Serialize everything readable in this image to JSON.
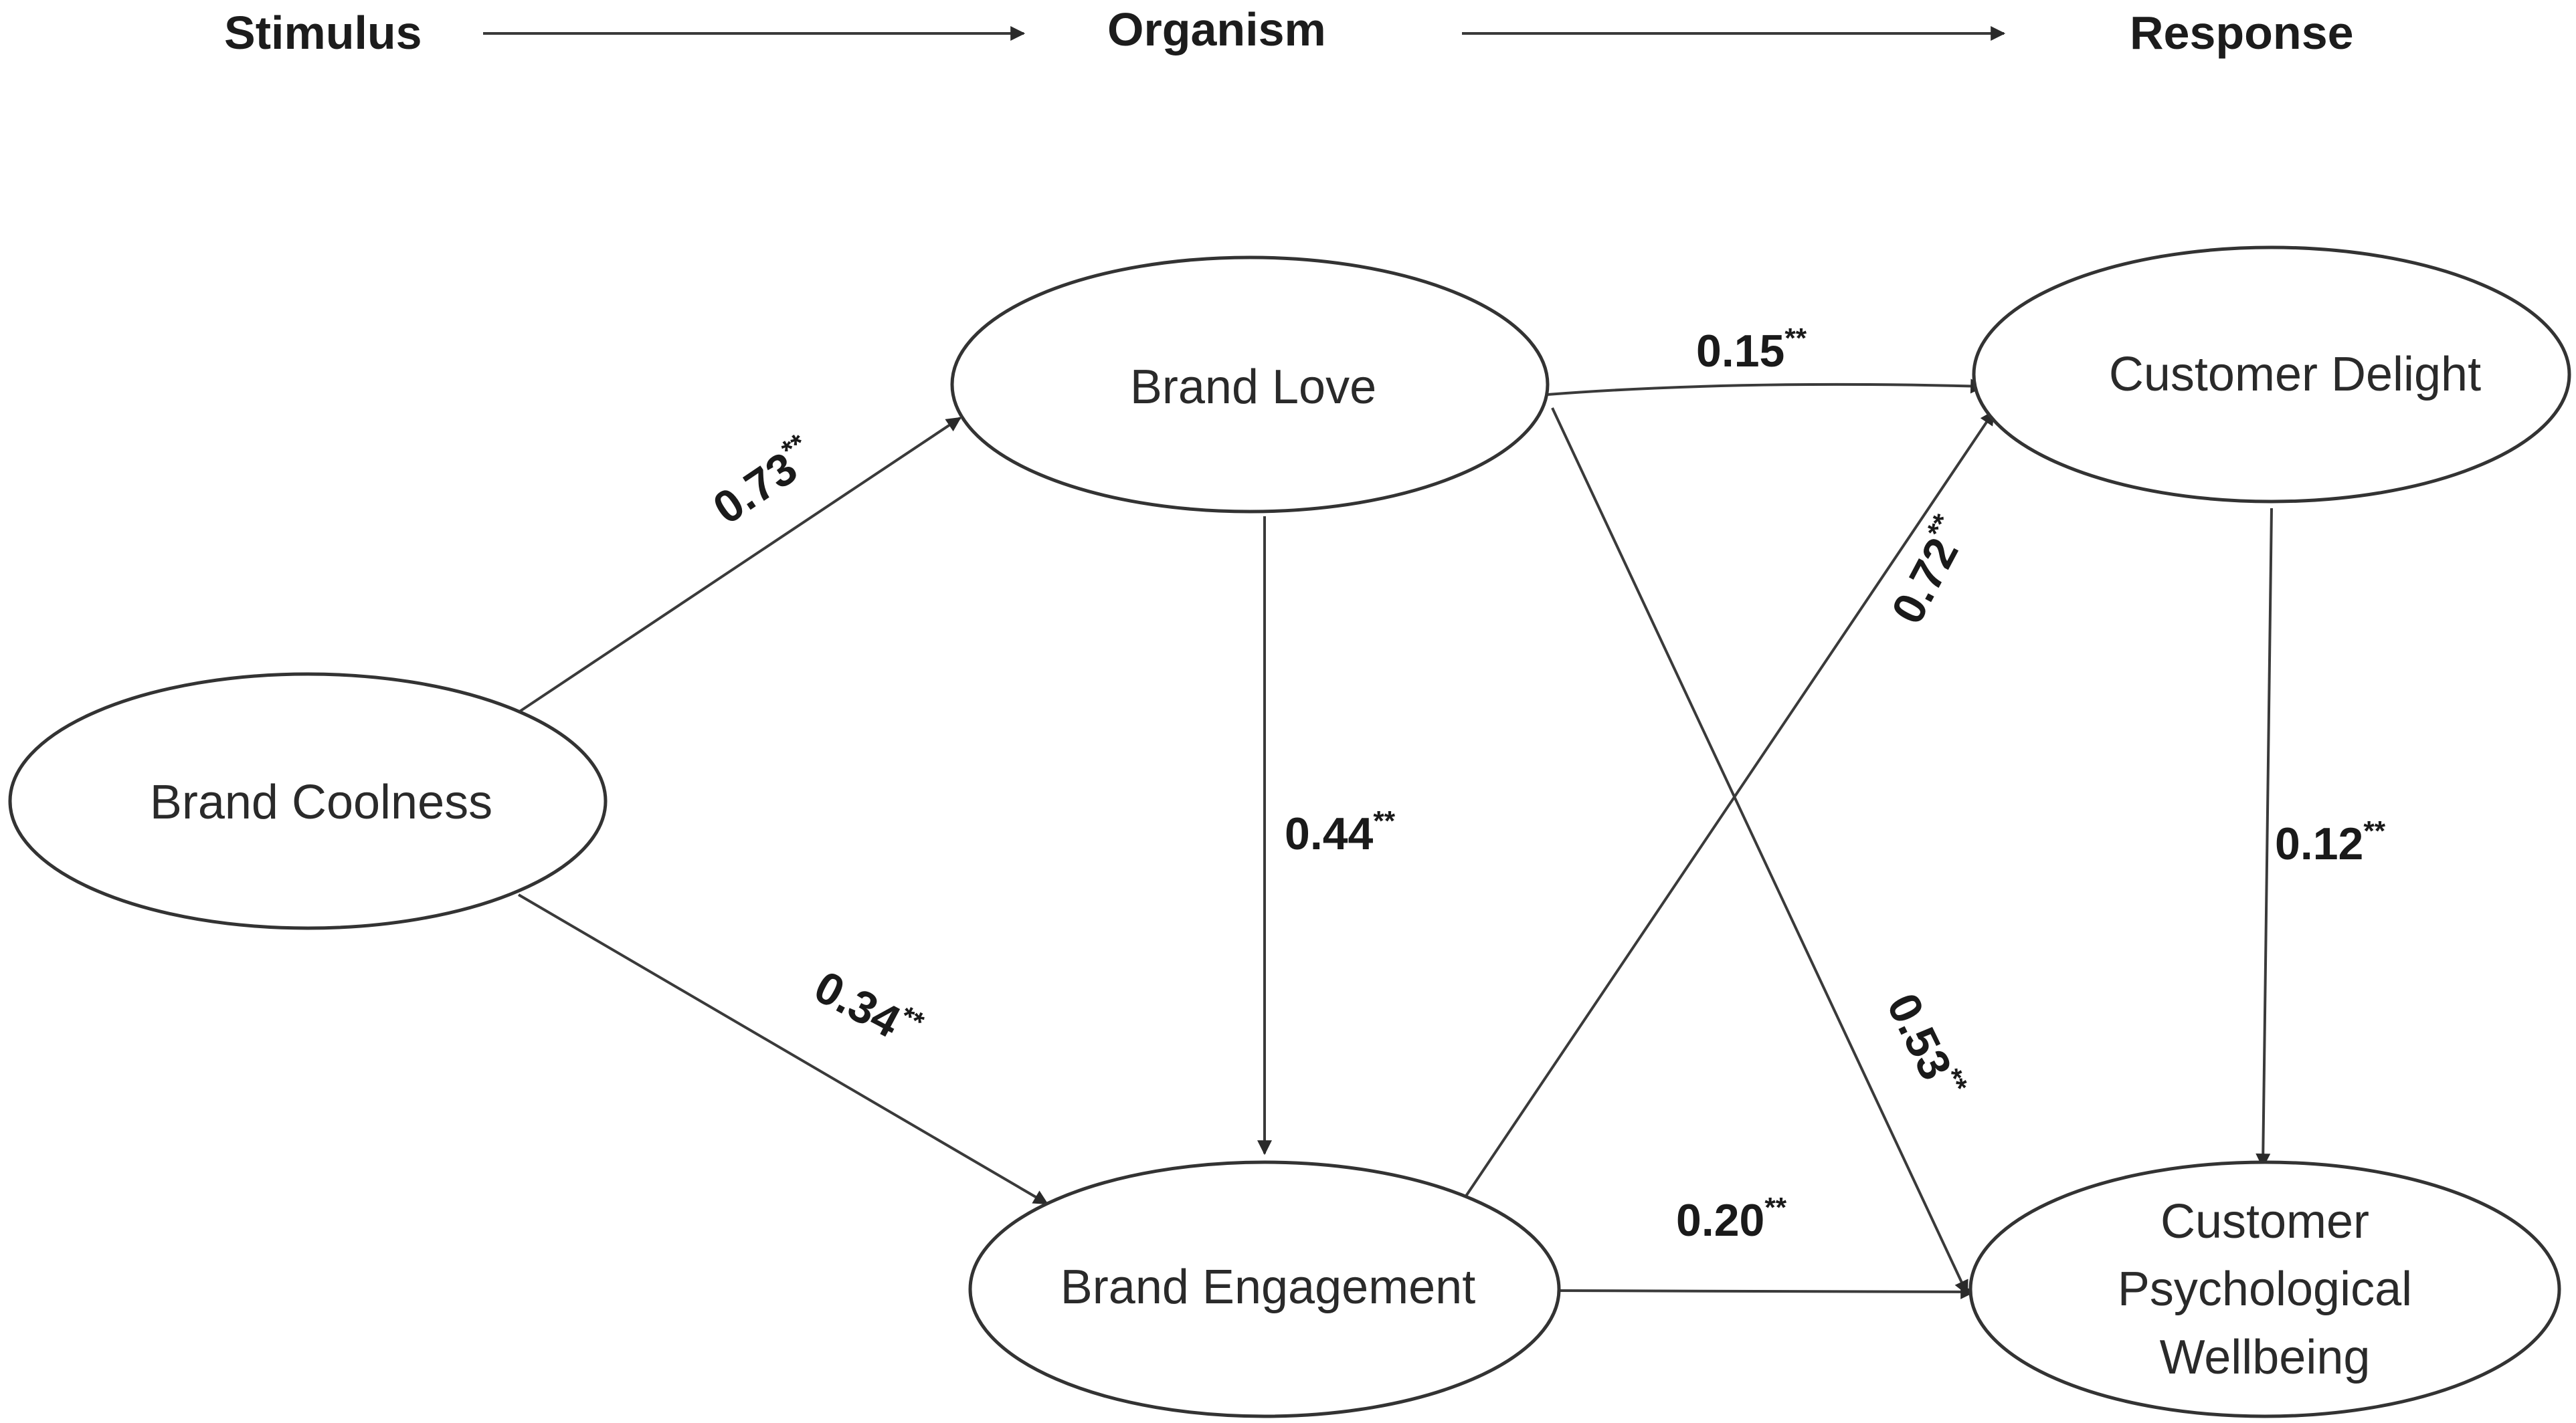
{
  "stages": {
    "stimulus": "Stimulus",
    "organism": "Organism",
    "response": "Response"
  },
  "nodes": {
    "brand_coolness": {
      "label": "Brand Coolness"
    },
    "brand_love": {
      "label": "Brand Love"
    },
    "brand_engagement": {
      "label": "Brand Engagement"
    },
    "customer_delight": {
      "label": "Customer Delight"
    },
    "customer_wellbeing": {
      "lines": [
        "Customer",
        "Psychological",
        "Wellbeing"
      ]
    }
  },
  "paths": {
    "coolness_to_love": {
      "value": "0.73",
      "sig": "**"
    },
    "coolness_to_engagement": {
      "value": "0.34",
      "sig": "**"
    },
    "love_to_engagement": {
      "value": "0.44",
      "sig": "**"
    },
    "love_to_delight": {
      "value": "0.15",
      "sig": "**"
    },
    "engagement_to_delight": {
      "value": "0.72",
      "sig": "**"
    },
    "love_to_wellbeing": {
      "value": "0.53",
      "sig": "**"
    },
    "engagement_to_wellbeing": {
      "value": "0.20",
      "sig": "**"
    },
    "delight_to_wellbeing": {
      "value": "0.12",
      "sig": "**"
    }
  }
}
